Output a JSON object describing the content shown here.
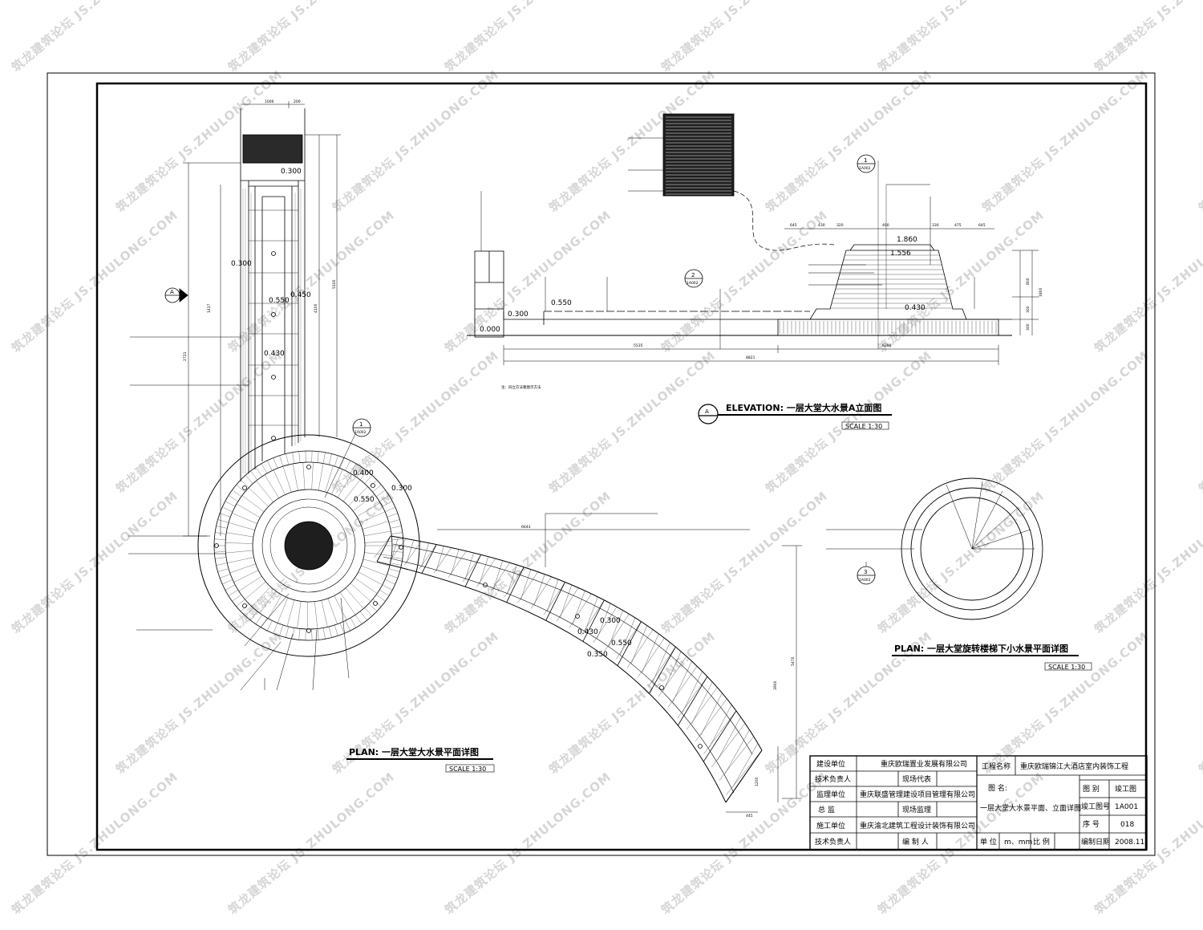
{
  "drawings": {
    "elevation": {
      "title": "ELEVATION: 一层大堂大水景A立面图",
      "scale": "SCALE  1:30",
      "marker": "A",
      "levels": [
        "0.000",
        "0.300",
        "0.550",
        "1.556",
        "1.860",
        "0.430"
      ],
      "dims_top": [
        "645",
        "430",
        "320",
        "400",
        "330",
        "475",
        "645"
      ],
      "dims_bottom": [
        "5535",
        "6290",
        "8821"
      ],
      "dims_right": [
        "800",
        "300",
        "1800",
        "300"
      ],
      "note": "注：同立方法看图示方法"
    },
    "main_plan": {
      "title": "PLAN: 一层大堂大水景平面详图",
      "scale": "SCALE  1:30",
      "marker": "A",
      "levels": [
        "0.300",
        "0.300",
        "0.550",
        "0.450",
        "0.430",
        "0.400",
        "0.550",
        "0.300",
        "0.300",
        "0.430",
        "0.550",
        "0.350"
      ],
      "dims_top": [
        "1000",
        "200"
      ],
      "dims_left": [
        "1417",
        "2721"
      ],
      "dims_right": [
        "4100",
        "5100"
      ],
      "dims_right_lower": [
        "5470",
        "3900"
      ],
      "dims_curve": [
        "6643",
        "1200",
        "445"
      ]
    },
    "small_plan": {
      "title": "PLAN: 一层大堂旋转楼梯下小水景平面详图",
      "scale": "SCALE  1:30"
    }
  },
  "bubbles": [
    {
      "num": "1",
      "ref": "1A002"
    },
    {
      "num": "2",
      "ref": "1A002"
    },
    {
      "num": "1",
      "ref": "1A002"
    },
    {
      "num": "3",
      "ref": "1A002"
    }
  ],
  "title_block": {
    "client_label": "建设单位",
    "client": "重庆欧瑞置业发展有限公司",
    "tech_label": "技术负责人",
    "site_rep_label": "现场代表",
    "supervisor_label": "监理单位",
    "supervisor": "重庆联盛管理建设项目管理有限公司",
    "chief_label": "总    监",
    "site_sup_label": "现场监理",
    "contractor_label": "施工单位",
    "contractor": "重庆渝北建筑工程设计装饰有限公司",
    "tech2_label": "技术负责人",
    "drafter_label": "编 制 人",
    "project_label": "工程名称",
    "project": "重庆欧瑞锦江大酒店室内装饰工程",
    "drawing_label": "图    名:",
    "drawing": "一层大堂大水景平面、立面详图",
    "unit_label": "单  位",
    "unit": "m、mm",
    "ratio_label": "比  例",
    "cat_label": "图  别",
    "cat": "竣工图",
    "no_label": "竣工图号",
    "no": "1A001",
    "seq_label": "序    号",
    "seq": "018",
    "date_label": "编制日期",
    "date": "2008.11."
  },
  "watermark": "筑龙建筑论坛 JS.ZHULONG.COM"
}
